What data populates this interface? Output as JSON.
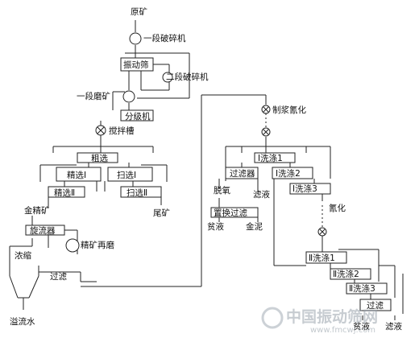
{
  "nodes": {
    "ore": "原矿",
    "crusher1": "一段破碎机",
    "screen": "振动筛",
    "crusher2": "二段破碎机",
    "mill1": "一段磨矿",
    "classifier": "分级机",
    "agitator": "搅拌槽",
    "rough": "粗选",
    "clean1": "精选Ⅰ",
    "scav1": "扫选Ⅰ",
    "clean2": "精选Ⅱ",
    "scav2": "扫选Ⅱ",
    "tailings": "尾矿",
    "gold_conc": "金精矿",
    "cyclone": "旋流器",
    "regrind": "精矿再磨",
    "thicken": "浓缩",
    "filter_left": "过滤",
    "overflow_water": "溢流水",
    "slurry_cyan": "制浆氰化",
    "wash1": "Ⅰ洗涤1",
    "wash2": "Ⅰ洗涤2",
    "wash3": "Ⅰ洗涤3",
    "filter_device": "过滤器",
    "deoxy": "脱氧",
    "filtrate": "滤液",
    "replace_filter": "置换过滤",
    "poor_solution": "贫液",
    "gold_mud": "金泥",
    "cyanide": "氰化",
    "wash_ii1": "Ⅱ洗涤1",
    "wash_ii2": "Ⅱ洗涤2",
    "wash_ii3": "Ⅱ洗涤3",
    "filter_right": "过滤",
    "poor_solution2": "贫液",
    "filter_cake": "滤液"
  },
  "watermark": {
    "text": "中国振动筛网",
    "url": "www.fmcwj.com"
  },
  "colors": {
    "line": "#222222",
    "watermark": "#9aa4ad"
  }
}
